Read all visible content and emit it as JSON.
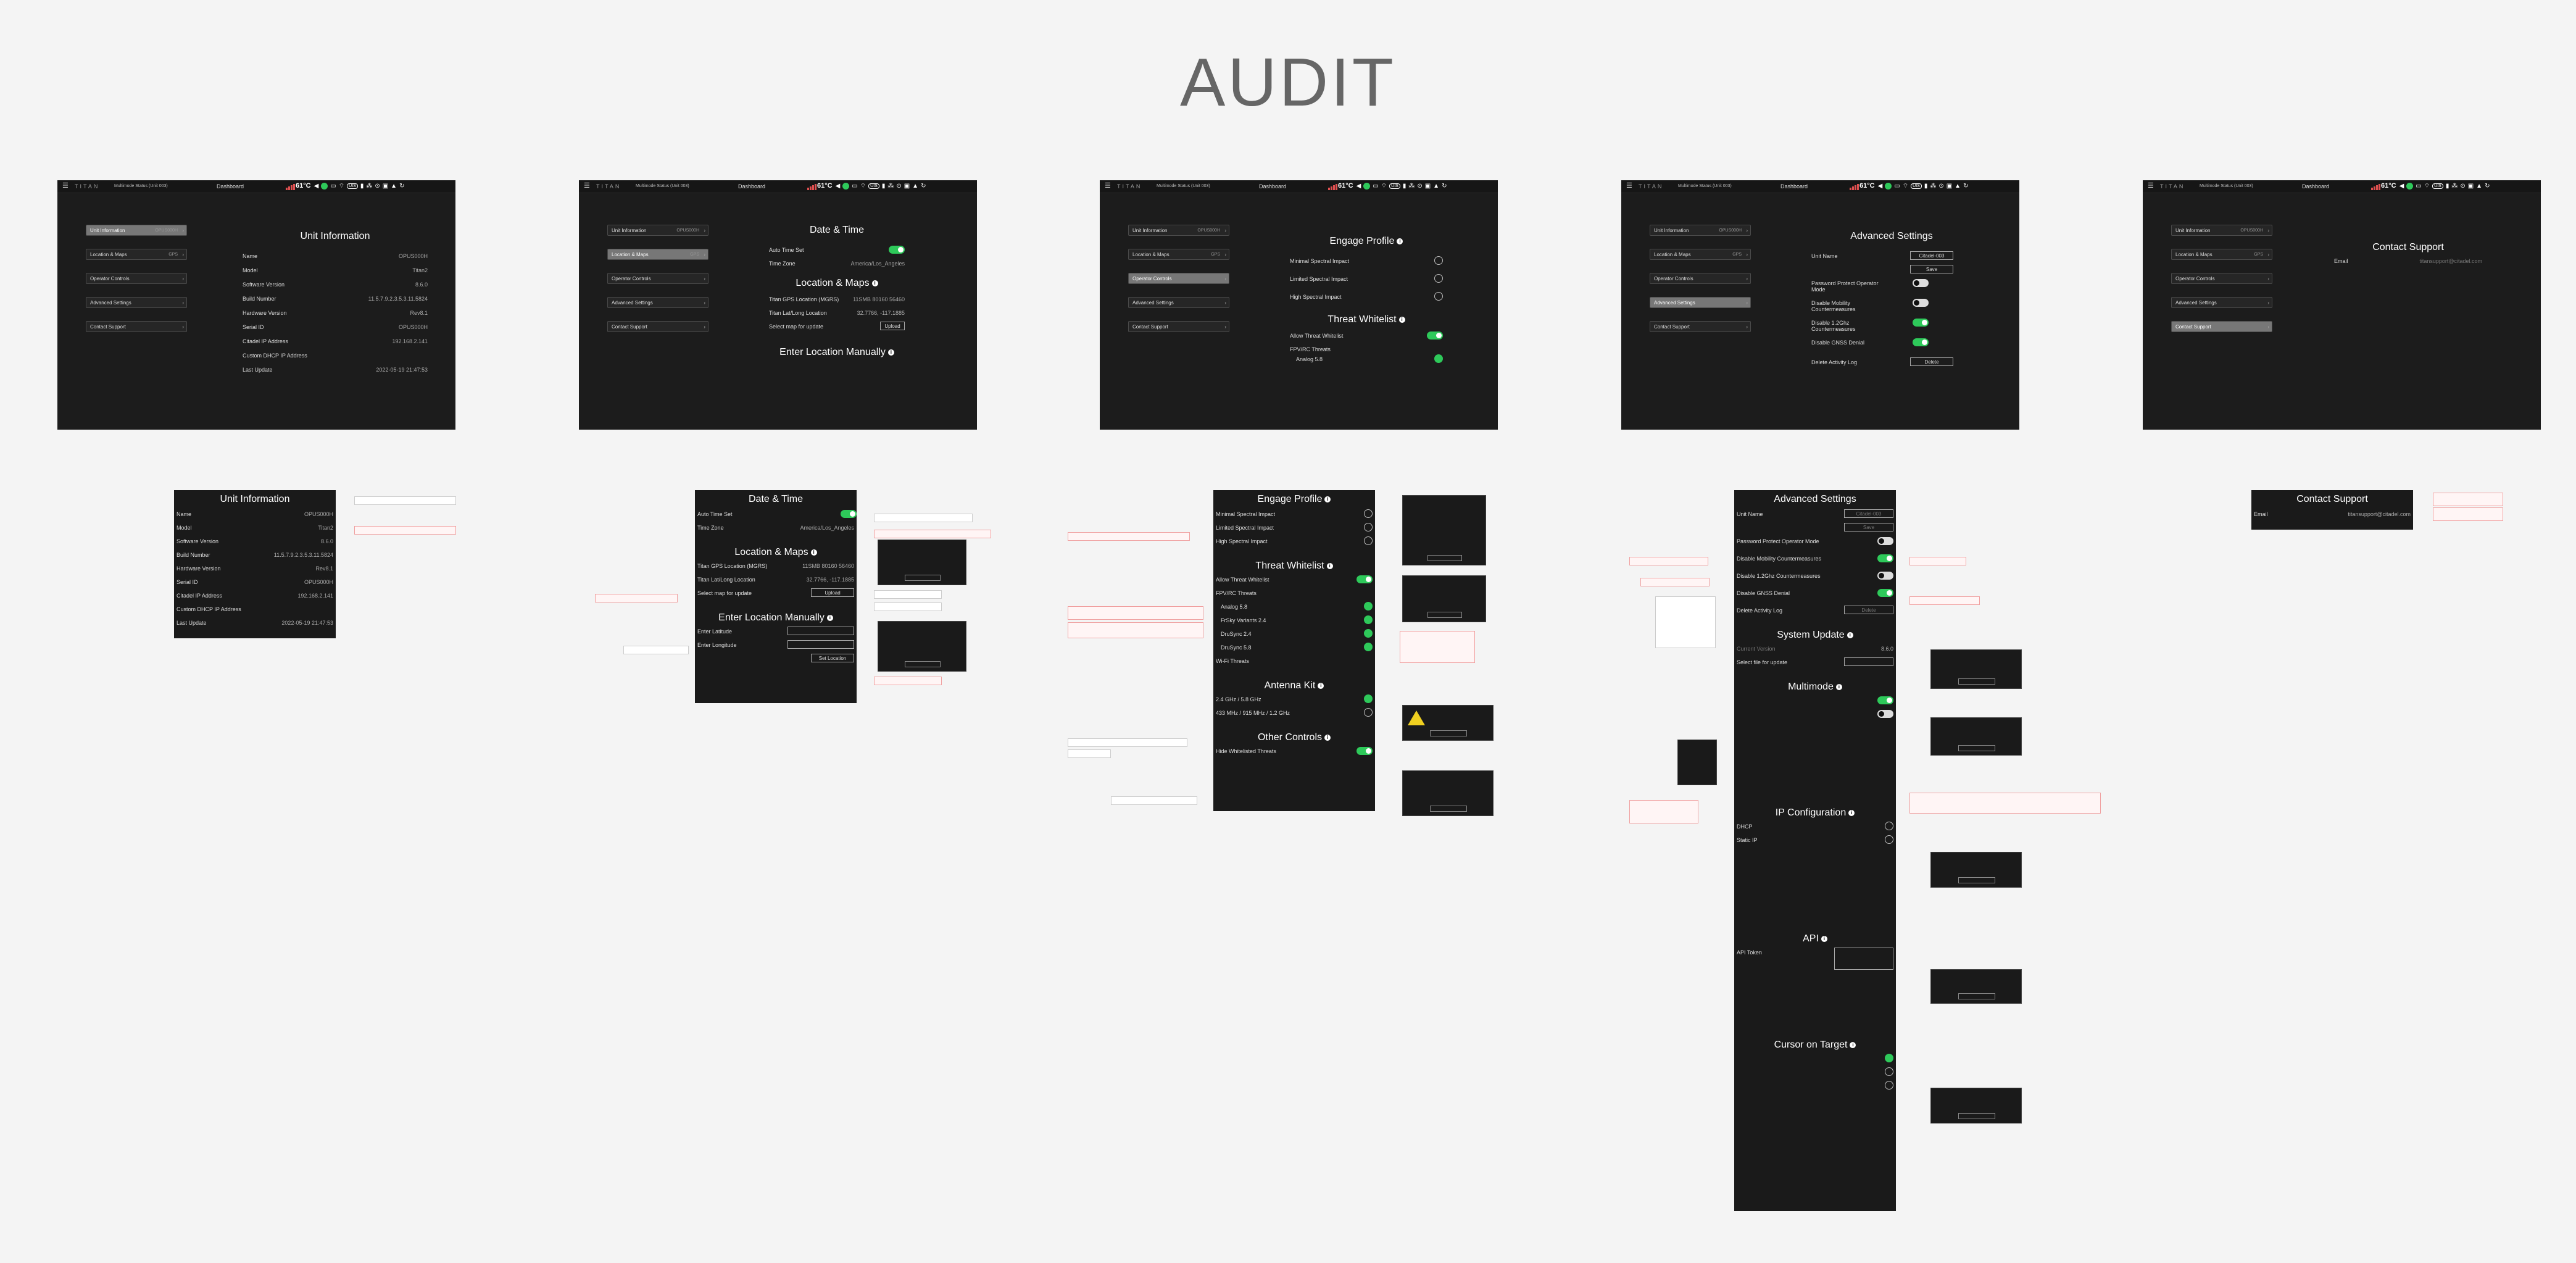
{
  "page_title": "AUDIT",
  "topbar": {
    "brand": "TITAN",
    "mode": "Multimode Status (Unit 003)",
    "section": "Dashboard",
    "temperature": "61°C",
    "badge": "UIS"
  },
  "nav": [
    {
      "label": "Unit Information",
      "extra": "OPUS000H"
    },
    {
      "label": "Location & Maps",
      "extra": "GPS"
    },
    {
      "label": "Operator Controls",
      "extra": ""
    },
    {
      "label": "Advanced Settings",
      "extra": ""
    },
    {
      "label": "Contact Support",
      "extra": ""
    }
  ],
  "unit_info": {
    "title": "Unit Information",
    "rows": [
      {
        "label": "Name",
        "value": "OPUS000H"
      },
      {
        "label": "Model",
        "value": "Titan2"
      },
      {
        "label": "Software Version",
        "value": "8.6.0"
      },
      {
        "label": "Build Number",
        "value": "11.5.7.9.2.3.5.3.11.5824"
      },
      {
        "label": "Hardware Version",
        "value": "Rev8.1"
      },
      {
        "label": "Serial ID",
        "value": "OPUS000H"
      },
      {
        "label": "Citadel IP Address",
        "value": "192.168.2.141"
      },
      {
        "label": "Custom DHCP IP Address",
        "value": ""
      },
      {
        "label": "Last Update",
        "value": "2022-05-19 21:47:53"
      }
    ]
  },
  "date_time": {
    "title": "Date & Time",
    "auto_time_set": "Auto Time Set",
    "time_zone_label": "Time Zone",
    "time_zone_value": "America/Los_Angeles",
    "location_title": "Location & Maps",
    "gps_label": "Titan GPS Location (MGRS)",
    "gps_value": "11SMB 80160 56460",
    "latlong_label": "Titan Lat/Long Location",
    "latlong_value": "32.7766, -117.1885",
    "map_label": "Select map for update",
    "map_button": "Upload",
    "manual_title": "Enter Location Manually"
  },
  "operator_controls": {
    "title": "Engage Profile",
    "options": [
      "Minimal Spectral Impact",
      "Limited Spectral Impact",
      "High Spectral Impact"
    ],
    "whitelist_title": "Threat Whitelist",
    "allow_label": "Allow Threat Whitelist",
    "fpv_label": "FPV/RC Threats",
    "analog_label": "Analog 5.8"
  },
  "advanced": {
    "title": "Advanced Settings",
    "unit_name_label": "Unit Name",
    "unit_name_value": "Citadel-003",
    "save_button": "Save",
    "rows": [
      {
        "label": "Password Protect Operator Mode"
      },
      {
        "label": "Disable Mobility Countermeasures"
      },
      {
        "label": "Disable 1.2Ghz Countermeasures"
      },
      {
        "label": "Disable GNSS Denial"
      }
    ],
    "delete_log_label": "Delete Activity Log",
    "delete_button": "Delete"
  },
  "contact": {
    "title": "Contact Support",
    "email_label": "Email",
    "email_value": "titansupport@citadel.com"
  },
  "wire": {
    "system_update": "System Update",
    "current_version": "Current Version",
    "current_version_value": "8.6.0",
    "select_file": "Select file for update",
    "multimode": "Multimode",
    "ip_configuration": "IP Configuration",
    "dhcp": "DHCP",
    "static_ip": "Static IP",
    "api": "API",
    "api_token": "API Token",
    "cursor_on_target": "Cursor on Target",
    "antenna_kit": "Antenna Kit",
    "antenna_1": "2.4 GHz / 5.8 GHz",
    "antenna_2": "433 MHz / 915 MHz / 1.2 GHz",
    "other_controls": "Other Controls",
    "hide_whitelisted": "Hide Whitelisted Threats",
    "enter_latitude": "Enter Latitude",
    "enter_longitude": "Enter Longitude",
    "set_location": "Set Location",
    "wifi_threats": "Wi-Fi Threats",
    "threats": [
      "Analog 5.8",
      "FrSky Variants 2.4",
      "DruSync 2.4",
      "DruSync 5.8"
    ]
  }
}
